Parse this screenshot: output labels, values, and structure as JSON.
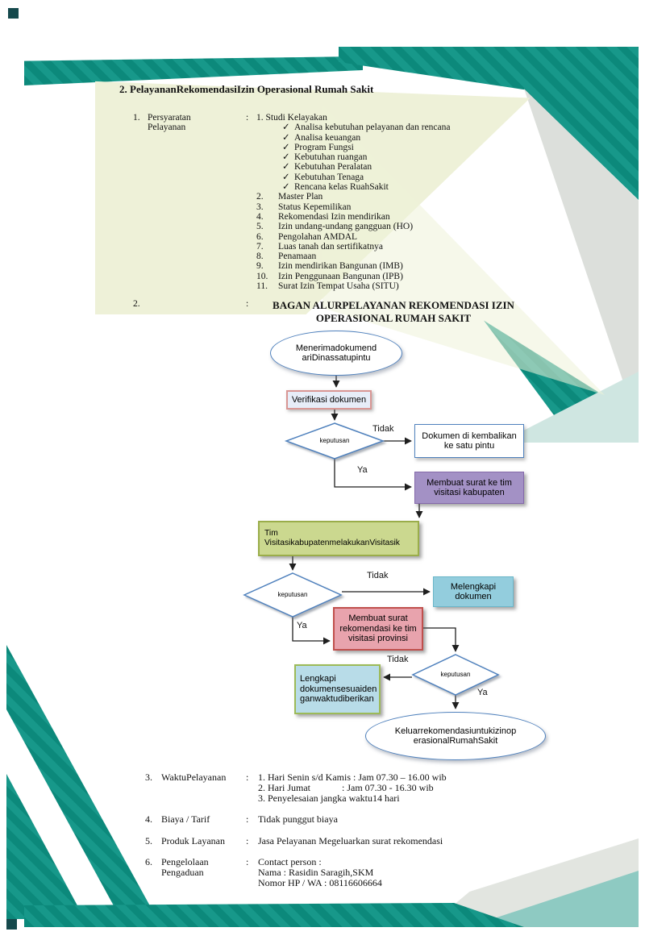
{
  "page": {
    "title": "2. PelayananRekomendasiIzin Operasional Rumah Sakit"
  },
  "persyaratan": {
    "number": "1.",
    "label_line1": "Persyaratan",
    "label_line2": "Pelayanan",
    "colon": ":",
    "check_glyph": "✓",
    "item1": "1. Studi Kelayakan",
    "checks": [
      "Analisa kebutuhan pelayanan dan rencana",
      "Analisa keuangan",
      "Program Fungsi",
      "Kebutuhan ruangan",
      "Kebutuhan Peralatan",
      "Kebutuhan Tenaga",
      "Rencana kelas RuahSakit"
    ],
    "items": [
      {
        "num": "2.",
        "text": "Master Plan"
      },
      {
        "num": "3.",
        "text": "Status Kepemilikan"
      },
      {
        "num": "4.",
        "text": "Rekomendasi Izin mendirikan"
      },
      {
        "num": "5.",
        "text": "Izin undang-undang gangguan (HO)"
      },
      {
        "num": "6.",
        "text": "Pengolahan AMDAL"
      },
      {
        "num": "7.",
        "text": "Luas tanah dan sertifikatnya"
      },
      {
        "num": "8.",
        "text": "Penamaan"
      },
      {
        "num": "9.",
        "text": "Izin mendirikan Bangunan (IMB)"
      },
      {
        "num": "10.",
        "text": "Izin Penggunaan Bangunan (IPB)"
      },
      {
        "num": "11.",
        "text": "Surat Izin Tempat Usaha (SITU)"
      }
    ]
  },
  "bagan": {
    "number": "2.",
    "colon": ":",
    "heading_line1": "BAGAN ALURPELAYANAN REKOMENDASI IZIN",
    "heading_line2": "OPERASIONAL RUMAH SAKIT"
  },
  "flowchart": {
    "labels": {
      "tidak": "Tidak",
      "ya": "Ya"
    },
    "start": {
      "line1": "Menerimadokumend",
      "line2": "ariDinassatupintu"
    },
    "verifikasi": "Verifikasi dokumen",
    "decision1": "keputusan",
    "decision2": "keputusan",
    "decision3": "keputusan",
    "dokumen_kembali": {
      "line1": "Dokumen di kembalikan",
      "line2": "ke satu pintu"
    },
    "surat_kabupaten": {
      "line1": "Membuat surat ke tim",
      "line2": "visitasi kabupaten"
    },
    "tim_visitasi": {
      "line1": "Tim",
      "line2": "VisitasikabupatenmelakukanVisitasik"
    },
    "melengkapi": {
      "line1": "Melengkapi",
      "line2": "dokumen"
    },
    "surat_provinsi": {
      "line1": "Membuat surat",
      "line2": "rekomendasi ke tim",
      "line3": "visitasi provinsi"
    },
    "lengkapi": {
      "line1": "Lengkapi",
      "line2": "dokumensesuaiden",
      "line3": "ganwaktudiberikan"
    },
    "end": {
      "line1": "Keluarrekomendasiuntukizinop",
      "line2": "erasionalRumahSakit"
    }
  },
  "waktu": {
    "number": "3.",
    "label": "WaktuPelayanan",
    "colon": ":",
    "lines": [
      "1. Hari Senin s/d Kamis : Jam 07.30 – 16.00 wib",
      "2. Hari Jumat             : Jam 07.30 - 16.30 wib",
      "3. Penyelesaian jangka waktu14 hari"
    ]
  },
  "biaya": {
    "number": "4.",
    "label": "Biaya / Tarif",
    "colon": ":",
    "value": "Tidak punggut biaya"
  },
  "produk": {
    "number": "5.",
    "label": "Produk Layanan",
    "colon": ":",
    "value": "Jasa Pelayanan Megeluarkan surat rekomendasi"
  },
  "pengaduan": {
    "number": "6.",
    "label_line1": "Pengelolaan",
    "label_line2": "Pengaduan",
    "colon": ":",
    "lines": [
      "Contact person :",
      "Nama : Rasidin Saragih,SKM",
      "Nomor HP / WA : 08116606664"
    ]
  },
  "colors": {
    "teal": "#0c897b",
    "pale_green": "#eef1d8",
    "purple_box": "#a391c5",
    "green_box": "#cbd88f",
    "blue_box": "#93cddd",
    "pink_box": "#e8a3ad",
    "light_blue_box": "#b8dce8",
    "shape_border_blue": "#4f81bd",
    "pink_border": "#c0504d",
    "green_border": "#9aad4a"
  }
}
